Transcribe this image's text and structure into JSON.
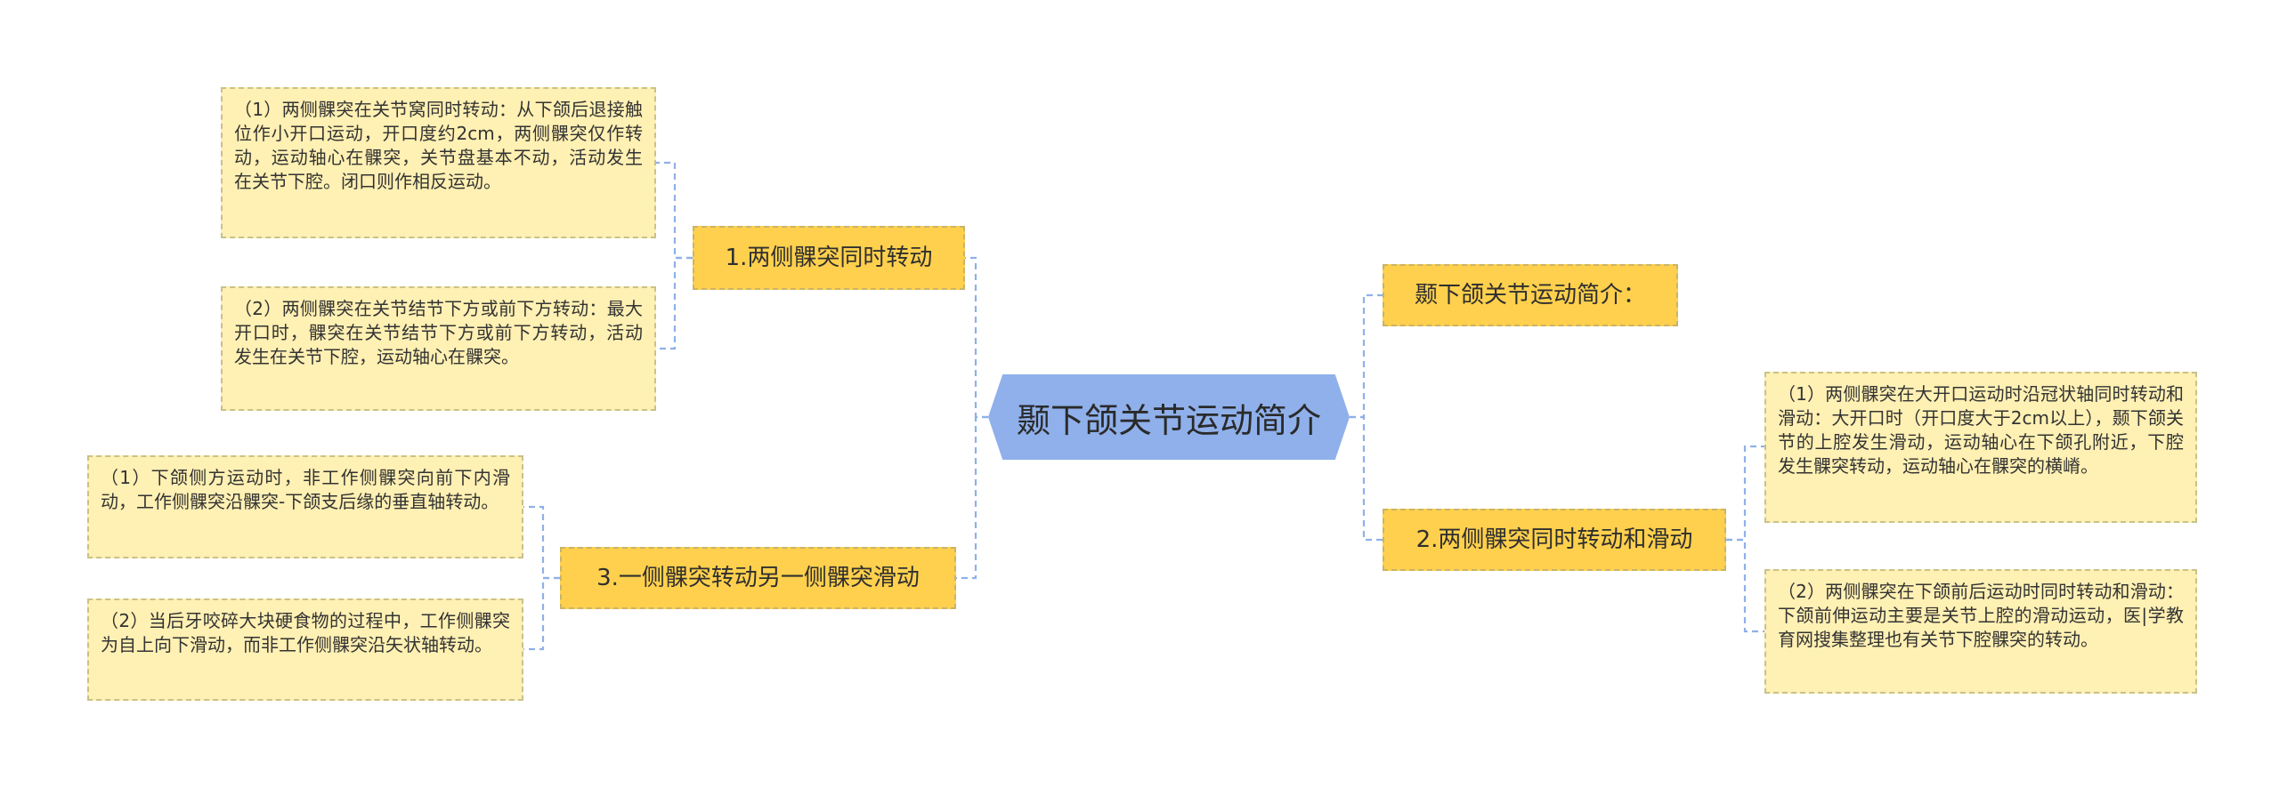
{
  "center": {
    "label": "颞下颌关节运动简介"
  },
  "branches": [
    {
      "label": "1.两侧髁突同时转动",
      "children": [
        "（1）两侧髁突在关节窝同时转动：从下颌后退接触位作小开口运动，开口度约2cm，两侧髁突仅作转动，运动轴心在髁突，关节盘基本不动，活动发生在关节下腔。闭口则作相反运动。",
        "（2）两侧髁突在关节结节下方或前下方转动：最大开口时，髁突在关节结节下方或前下方转动，活动发生在关节下腔，运动轴心在髁突。"
      ]
    },
    {
      "label": "3.一侧髁突转动另一侧髁突滑动",
      "children": [
        "（1）下颌侧方运动时，非工作侧髁突向前下内滑动，工作侧髁突沿髁突-下颌支后缘的垂直轴转动。",
        "（2）当后牙咬碎大块硬食物的过程中，工作侧髁突为自上向下滑动，而非工作侧髁突沿矢状轴转动。"
      ]
    },
    {
      "label": "颞下颌关节运动简介：",
      "children": []
    },
    {
      "label": "2.两侧髁突同时转动和滑动",
      "children": [
        "（1）两侧髁突在大开口运动时沿冠状轴同时转动和滑动：大开口时（开口度大于2cm以上），颞下颌关节的上腔发生滑动，运动轴心在下颌孔附近，下腔发生髁突转动，运动轴心在髁突的横嵴。",
        "（2）两侧髁突在下颌前后运动时同时转动和滑动：下颌前伸运动主要是关节上腔的滑动运动，医|学教育网搜集整理也有关节下腔髁突的转动。"
      ]
    }
  ],
  "colors": {
    "center": "#8fb0ea",
    "branch": "#ffd04d",
    "leaf": "#fff0b3",
    "connector": "#8fb0ea"
  }
}
